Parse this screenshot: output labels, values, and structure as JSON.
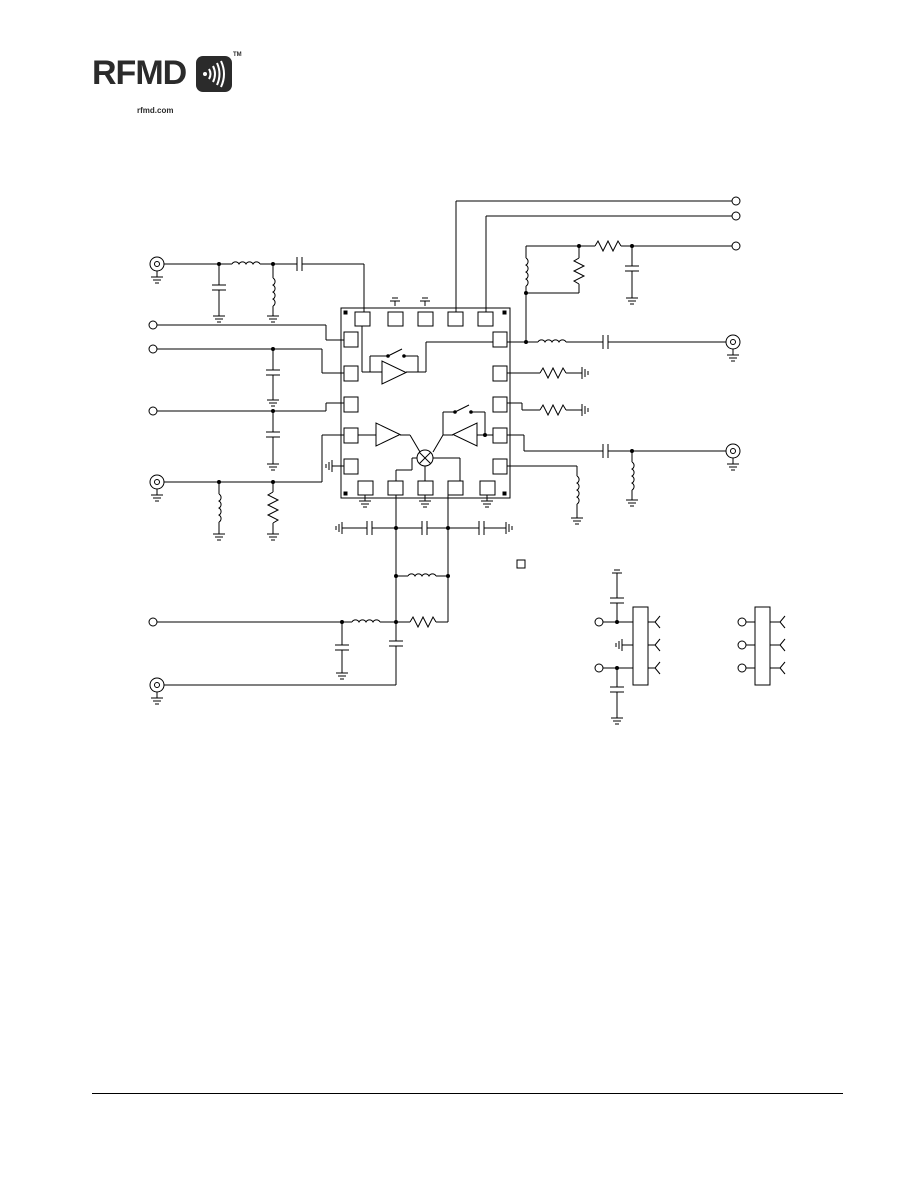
{
  "logo": {
    "brand": "RFMD",
    "trademark": "TM",
    "url": "rfmd.com",
    "colors": {
      "dark": "#2b2b2b"
    }
  },
  "schematic": {
    "stroke_color": "#000000",
    "icons": [
      "bnc-connector",
      "ground-symbol",
      "inductor",
      "capacitor",
      "resistor",
      "amplifier-triangle",
      "mixer",
      "switch",
      "terminal-circle",
      "header-connector"
    ]
  }
}
